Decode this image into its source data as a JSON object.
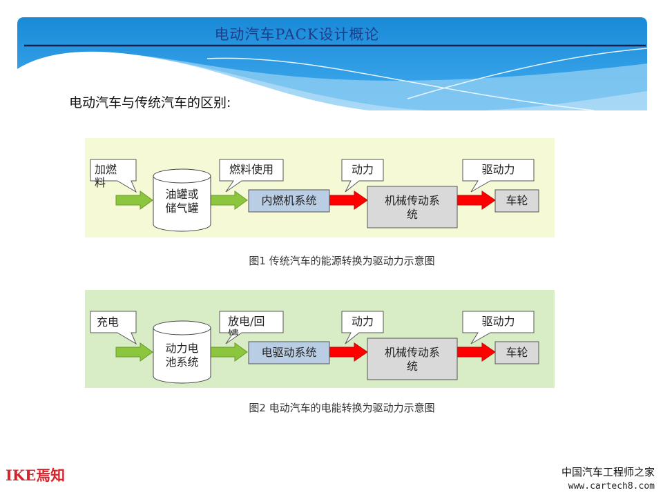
{
  "header": {
    "title": "电动汽车PACK设计概论"
  },
  "subtitle": "电动汽车与传统汽车的区别:",
  "diagram1": {
    "callout_refuel": "加燃\n料",
    "tank": "油罐或\n储气罐",
    "callout_fuel_use": "燃料使用",
    "engine": "内燃机系统",
    "callout_power": "动力",
    "transmission": "机械传动系\n统",
    "callout_drive": "驱动力",
    "wheel": "车轮",
    "caption": "图1  传统汽车的能源转换为驱动力示意图"
  },
  "diagram2": {
    "callout_charge": "充电",
    "battery": "动力电\n池系统",
    "callout_discharge": "放电/回\n馈",
    "motor": "电驱动系统",
    "callout_power": "动力",
    "transmission": "机械传动系\n统",
    "callout_drive": "驱动力",
    "wheel": "车轮",
    "caption": "图2  电动汽车的电能转换为驱动力示意图"
  },
  "footer": {
    "logo": "IKE焉知",
    "watermark_title": "中国汽车工程师之家",
    "watermark_url": "www.cartech8.com"
  },
  "colors": {
    "header_blue": "#1e8fdc",
    "panel1": "#f5f9d6",
    "panel2": "#d8edc6",
    "engine_box": "#b9cde5",
    "gray_box": "#d9d9d9",
    "green_arrow": "#8cc63f",
    "red_arrow": "#ff0000"
  }
}
